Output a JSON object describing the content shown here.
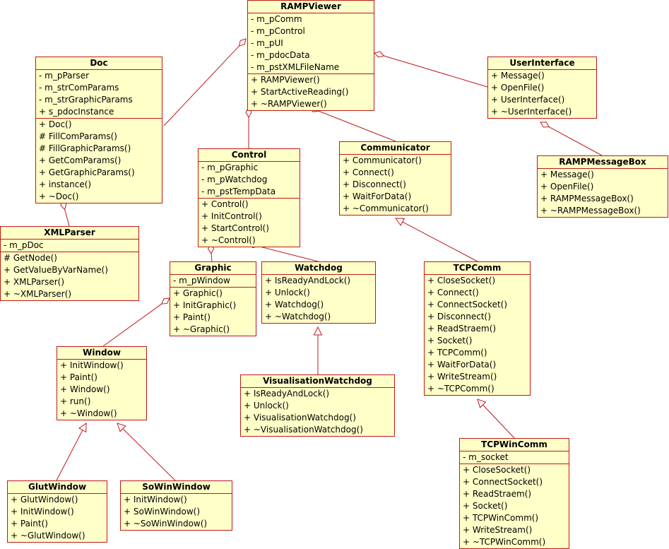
{
  "colors": {
    "border": "#c01818",
    "fill": "#ffffc8",
    "line": "#c01818"
  },
  "classes": {
    "rampviewer": {
      "name": "RAMPViewer",
      "attributes": [
        "- m_pComm",
        "- m_pControl",
        "- m_pUI",
        "- m_pdocData",
        "- m_pstXMLFileName"
      ],
      "operations": [
        "+ RAMPViewer()",
        "+ StartActiveReading()",
        "+ ~RAMPViewer()"
      ]
    },
    "doc": {
      "name": "Doc",
      "attributes": [
        "- m_pParser",
        "- m_strComParams",
        "- m_strGraphicParams",
        "+ s_pdocInstance"
      ],
      "operations": [
        "+ Doc()",
        "# FillComParams()",
        "# FillGraphicParams()",
        "+ GetComParams()",
        "+ GetGraphicParams()",
        "+ instance()",
        "+ ~Doc()"
      ]
    },
    "userinterface": {
      "name": "UserInterface",
      "attributes": [],
      "operations": [
        "+ Message()",
        "+ OpenFile()",
        "+ UserInterface()",
        "+ ~UserInterface()"
      ]
    },
    "control": {
      "name": "Control",
      "attributes": [
        "- m_pGraphic",
        "- m_pWatchdog",
        "- m_pstTempData"
      ],
      "operations": [
        "+ Control()",
        "+ InitControl()",
        "+ StartControl()",
        "+ ~Control()"
      ]
    },
    "communicator": {
      "name": "Communicator",
      "attributes": [],
      "operations": [
        "+ Communicator()",
        "+ Connect()",
        "+ Disconnect()",
        "+ WaitForData()",
        "+ ~Communicator()"
      ]
    },
    "rampmessagebox": {
      "name": "RAMPMessageBox",
      "attributes": [],
      "operations": [
        "+ Message()",
        "+ OpenFile()",
        "+ RAMPMessageBox()",
        "+ ~RAMPMessageBox()"
      ]
    },
    "xmlparser": {
      "name": "XMLParser",
      "attributes": [
        "- m_pDoc"
      ],
      "operations": [
        "# GetNode()",
        "+ GetValueByVarName()",
        "+ XMLParser()",
        "+ ~XMLParser()"
      ]
    },
    "graphic": {
      "name": "Graphic",
      "attributes": [
        "- m_pWindow"
      ],
      "operations": [
        "+ Graphic()",
        "+ InitGraphic()",
        "+ Paint()",
        "+ ~Graphic()"
      ]
    },
    "watchdog": {
      "name": "Watchdog",
      "attributes": [],
      "operations": [
        "+ IsReadyAndLock()",
        "+ Unlock()",
        "+ Watchdog()",
        "+ ~Watchdog()"
      ]
    },
    "tcpcomm": {
      "name": "TCPComm",
      "attributes": [],
      "operations": [
        "+ CloseSocket()",
        "+ Connect()",
        "+ ConnectSocket()",
        "+ Disconnect()",
        "+ ReadStraem()",
        "+ Socket()",
        "+ TCPComm()",
        "+ WaitForData()",
        "+ WriteStream()",
        "+ ~TCPComm()"
      ]
    },
    "window": {
      "name": "Window",
      "attributes": [],
      "operations": [
        "+ InitWindow()",
        "+ Paint()",
        "+ Window()",
        "+ run()",
        "+ ~Window()"
      ]
    },
    "visualisationwatchdog": {
      "name": "VisualisationWatchdog",
      "attributes": [],
      "operations": [
        "+ IsReadyAndLock()",
        "+ Unlock()",
        "+ VisualisationWatchdog()",
        "+ ~VisualisationWatchdog()"
      ]
    },
    "glutwindow": {
      "name": "GlutWindow",
      "attributes": [],
      "operations": [
        "+ GlutWindow()",
        "+ InitWindow()",
        "+ Paint()",
        "+ ~GlutWindow()"
      ]
    },
    "sowinwindow": {
      "name": "SoWinWindow",
      "attributes": [],
      "operations": [
        "+ InitWindow()",
        "+ SoWinWindow()",
        "+ ~SoWinWindow()"
      ]
    },
    "tcpwincomm": {
      "name": "TCPWinComm",
      "attributes": [
        "- m_socket"
      ],
      "operations": [
        "+ CloseSocket()",
        "+ ConnectSocket()",
        "+ ReadStraem()",
        "+ Socket()",
        "+ TCPWinComm()",
        "+ WriteStream()",
        "+ ~TCPWinComm()"
      ]
    }
  },
  "relations": [
    {
      "type": "aggregation",
      "whole": "rampviewer",
      "part": "doc"
    },
    {
      "type": "aggregation",
      "whole": "rampviewer",
      "part": "control"
    },
    {
      "type": "aggregation",
      "whole": "rampviewer",
      "part": "communicator"
    },
    {
      "type": "aggregation",
      "whole": "rampviewer",
      "part": "userinterface"
    },
    {
      "type": "aggregation",
      "whole": "userinterface",
      "part": "rampmessagebox"
    },
    {
      "type": "aggregation",
      "whole": "doc",
      "part": "xmlparser"
    },
    {
      "type": "aggregation",
      "whole": "control",
      "part": "graphic"
    },
    {
      "type": "aggregation",
      "whole": "control",
      "part": "watchdog"
    },
    {
      "type": "aggregation",
      "whole": "graphic",
      "part": "window"
    },
    {
      "type": "generalization",
      "child": "tcpcomm",
      "parent": "communicator"
    },
    {
      "type": "generalization",
      "child": "visualisationwatchdog",
      "parent": "watchdog"
    },
    {
      "type": "generalization",
      "child": "glutwindow",
      "parent": "window"
    },
    {
      "type": "generalization",
      "child": "sowinwindow",
      "parent": "window"
    },
    {
      "type": "generalization",
      "child": "tcpwincomm",
      "parent": "tcpcomm"
    }
  ]
}
